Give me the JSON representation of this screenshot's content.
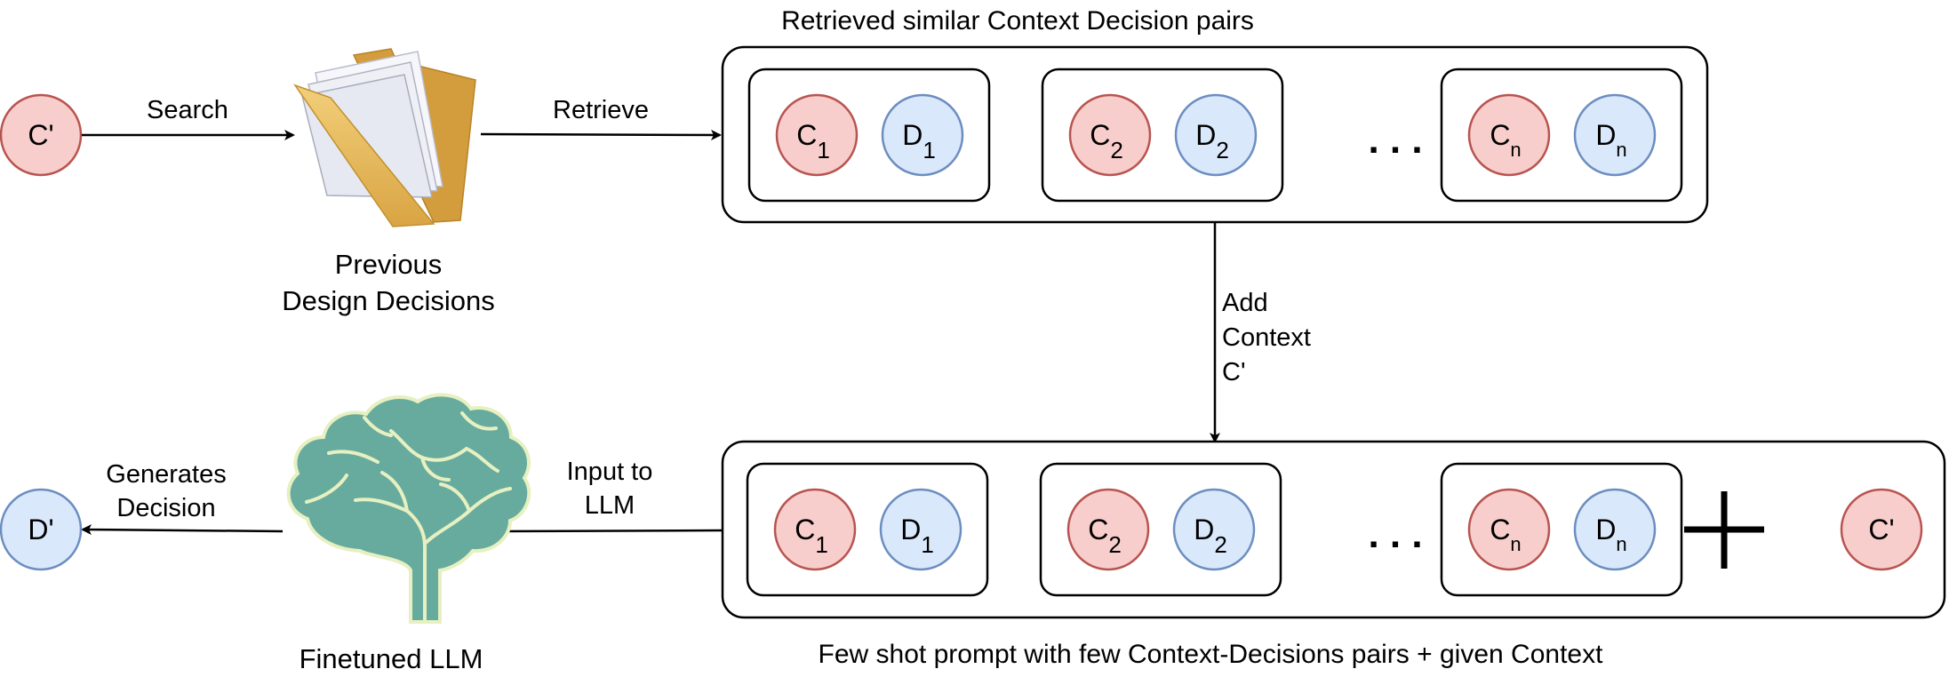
{
  "retrieved_title": "Retrieved similar Context Decision pairs",
  "search_label": "Search",
  "retrieve_label": "Retrieve",
  "folder_label_line1": "Previous",
  "folder_label_line2": "Design Decisions",
  "add_context_line1": "Add",
  "add_context_line2": "Context",
  "add_context_line3": "C'",
  "input_label_line1": "Input to",
  "input_label_line2": "LLM",
  "generates_label_line1": "Generates",
  "generates_label_line2": "Decision",
  "llm_label": "Finetuned LLM",
  "prompt_title": "Few shot prompt with few Context-Decisions pairs + given Context",
  "query_context": "C'",
  "output_decision": "D'",
  "ellipsis": ". . .",
  "plus": "+",
  "pairs": [
    {
      "c": "C",
      "d": "D",
      "sub": "1"
    },
    {
      "c": "C",
      "d": "D",
      "sub": "2"
    },
    {
      "c": "C",
      "d": "D",
      "sub": "n"
    }
  ],
  "colors": {
    "context_fill": "#f8cecc",
    "context_stroke": "#b85450",
    "decision_fill": "#dae8fc",
    "decision_stroke": "#6c8ebf",
    "brain_fill": "#67ab9f",
    "brain_stroke": "#e6f0c0",
    "folder_fill": "#e8b65a"
  }
}
